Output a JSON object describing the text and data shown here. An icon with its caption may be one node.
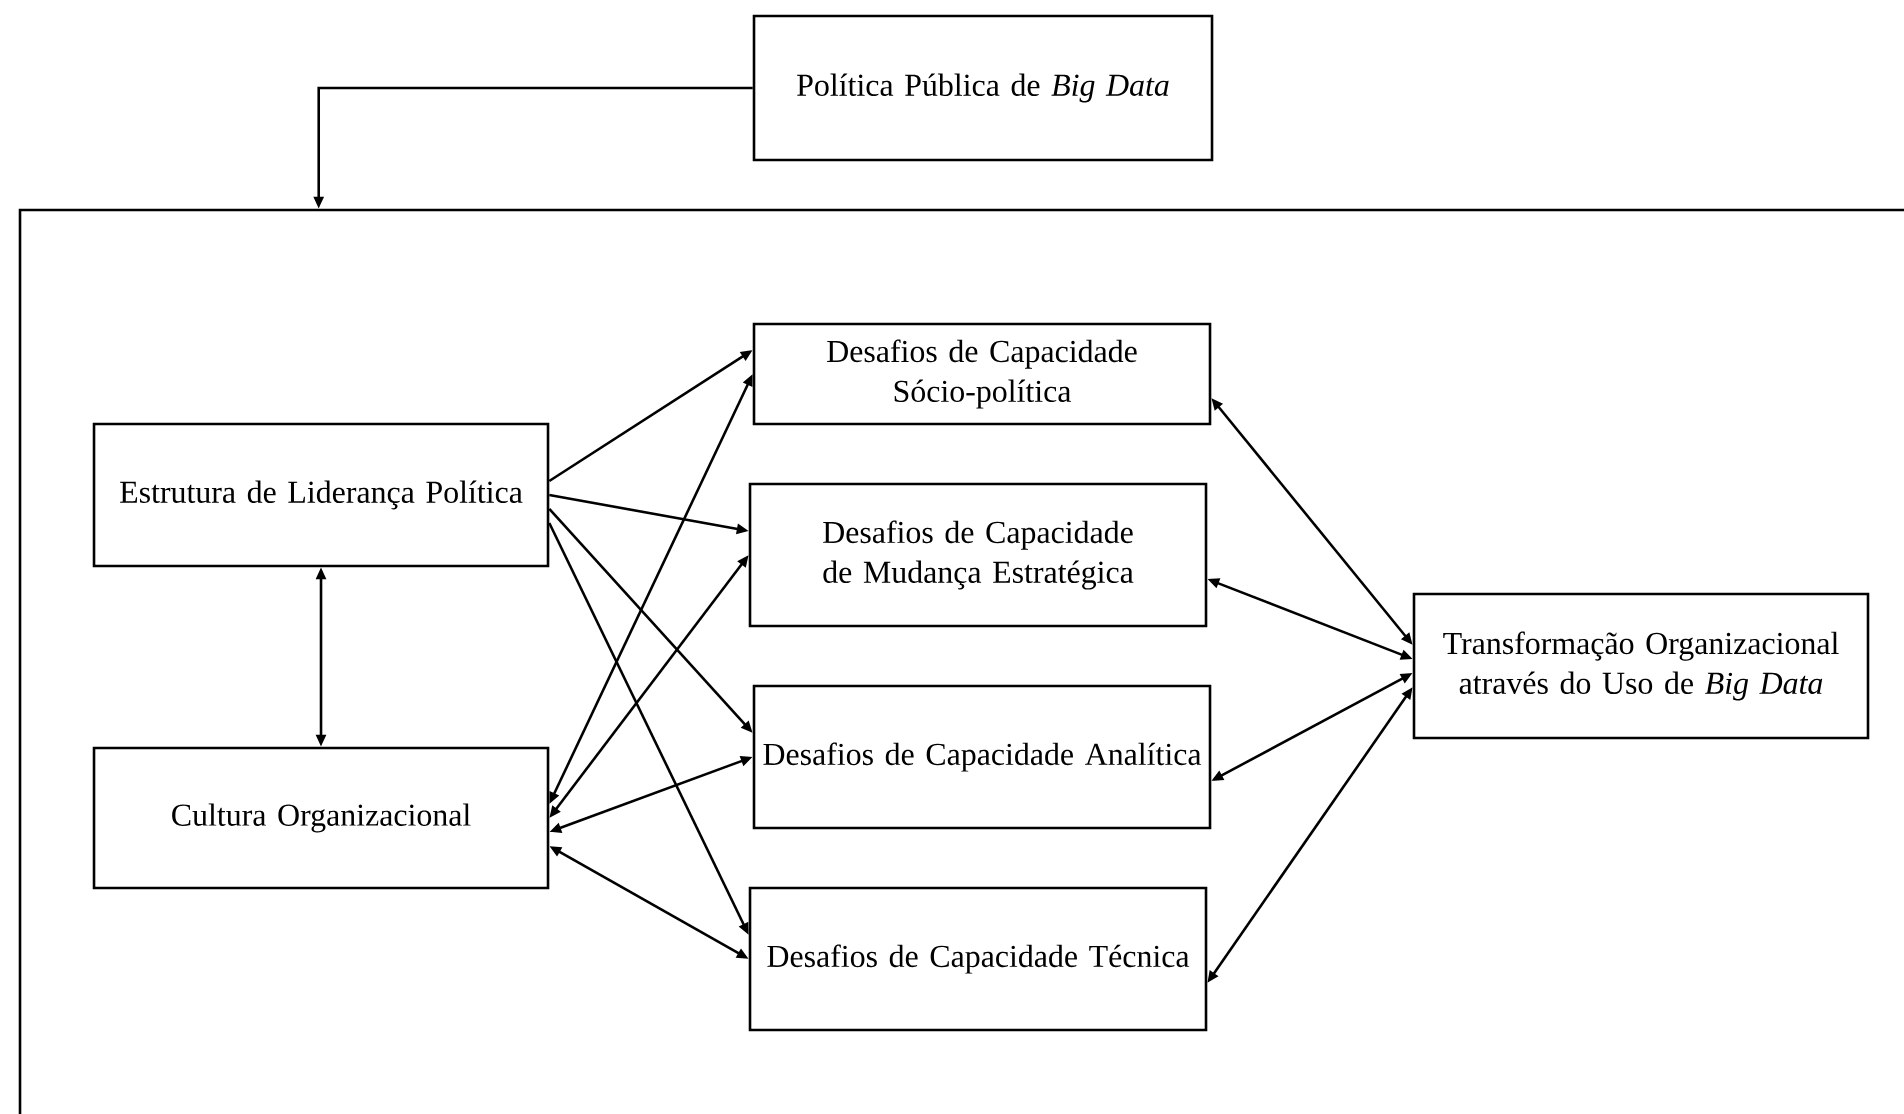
{
  "diagram": {
    "nodes": [
      {
        "text": [
          "Política Pública de *Big Data*"
        ]
      },
      {
        "text": [],
        "shape": "box"
      },
      {
        "text": [
          "Estrutura de Liderança Política"
        ],
        "in": 1
      },
      {
        "text": [
          "Cultura Organizacional"
        ],
        "in": 1
      },
      {
        "text": [
          "Desafios de Capacidade Sócio-política"
        ],
        "in": 1
      },
      {
        "text": [
          "Desafios de Capacidade de Mudança Estratégica"
        ],
        "in": 1
      },
      {
        "text": [
          "Desafios de Capacidade Analítica"
        ],
        "in": 1
      },
      {
        "text": [
          "Desafios de Capacidade Técnica"
        ],
        "in": 1
      },
      {
        "text": [
          "Transformação Organizacional através do Uso de *Big Data*"
        ],
        "in": 1
      }
    ],
    "edges": [
      {
        "from": 0,
        "to": 1,
        "arrow": "to"
      },
      {
        "from": 2,
        "to": 3,
        "arrow": "both"
      },
      {
        "from": 2,
        "to": 4,
        "arrow": "to"
      },
      {
        "from": 2,
        "to": 5,
        "arrow": "to"
      },
      {
        "from": 2,
        "to": 6,
        "arrow": "to"
      },
      {
        "from": 2,
        "to": 7,
        "arrow": "to"
      },
      {
        "from": 3,
        "to": 4,
        "arrow": "both"
      },
      {
        "from": 3,
        "to": 5,
        "arrow": "both"
      },
      {
        "from": 3,
        "to": 6,
        "arrow": "both"
      },
      {
        "from": 3,
        "to": 7,
        "arrow": "both"
      },
      {
        "from": 8,
        "to": 4,
        "arrow": "both"
      },
      {
        "from": 8,
        "to": 5,
        "arrow": "both"
      },
      {
        "from": 8,
        "to": 6,
        "arrow": "both"
      },
      {
        "from": 8,
        "to": 7,
        "arrow": "both"
      }
    ]
  }
}
